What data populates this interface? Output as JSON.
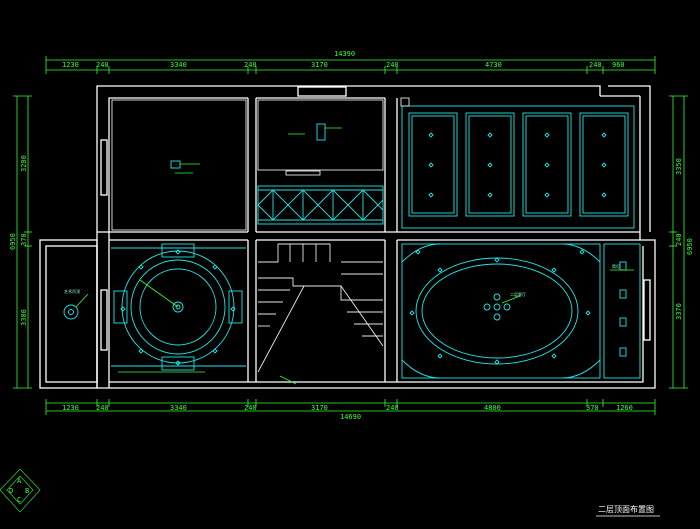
{
  "drawing_title": "二层顶面布置图",
  "top_dimensions": {
    "overall": "14390",
    "segments": [
      "1230",
      "240",
      "3340",
      "240",
      "3170",
      "240",
      "4730",
      "240",
      "960"
    ]
  },
  "bottom_dimensions": {
    "overall": "14690",
    "segments": [
      "1230",
      "240",
      "3340",
      "240",
      "3170",
      "240",
      "4800",
      "370",
      "1260"
    ]
  },
  "left_dimensions": {
    "overall": "6950",
    "segments": [
      "3280",
      "370",
      "3300"
    ]
  },
  "right_dimensions": {
    "overall": "6950",
    "segments": [
      "3350",
      "240",
      "3370"
    ]
  },
  "room_labels": {
    "left_annex": "艺术吊顶",
    "living_oval": "二层客厅",
    "lamp_tag": "筒灯"
  },
  "logo": {
    "letters": [
      "A",
      "B",
      "C",
      "D"
    ]
  },
  "colors": {
    "background": "#000000",
    "walls": "#ffffff",
    "dimensions": "#39ff39",
    "ceiling_lines": "#22e6e6",
    "title": "#ffffff"
  }
}
